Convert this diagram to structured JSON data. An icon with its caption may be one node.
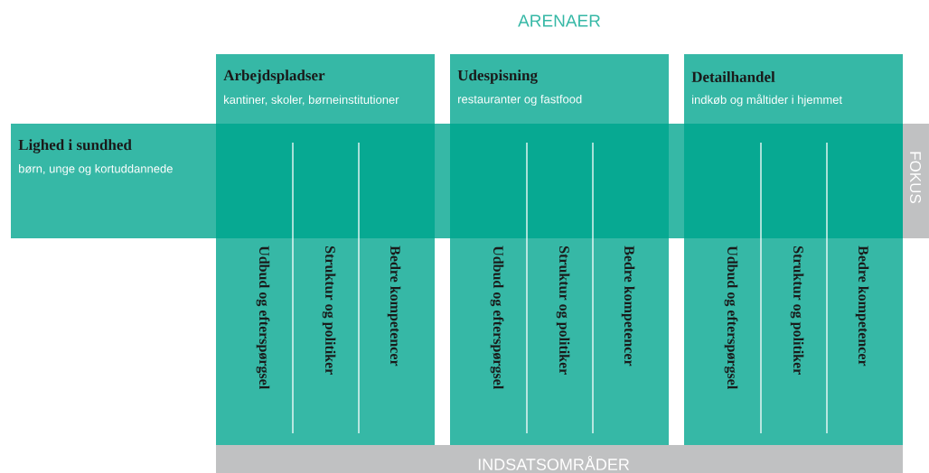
{
  "diagram": {
    "nodes": [
      {
        "text": [
          "Arbejdspladser",
          "kantiner, skoler, børneinstitutioner"
        ]
      },
      {
        "text": [
          "Udespisning",
          "restauranter og fastfood"
        ]
      },
      {
        "text": [
          "Detailhandel",
          "indkøb og måltider i hjemmet"
        ]
      },
      {
        "text": [
          "Lighed i sundhed",
          "børn, unge og kortuddannede"
        ]
      },
      {
        "text": [
          "FOKUS"
        ]
      },
      {
        "text": [
          "INDSATSOMRÅDER"
        ]
      }
    ],
    "labels": [
      "ARENAER",
      "Udbud og efterspørgsel",
      "Struktur og politiker",
      "Bedre kompetencer",
      "Udbud og efterspørgsel",
      "Struktur og politiker",
      "Bedre kompetencer",
      "Udbud og efterspørgsel",
      "Struktur og politiker",
      "Bedre kompetencer"
    ]
  }
}
